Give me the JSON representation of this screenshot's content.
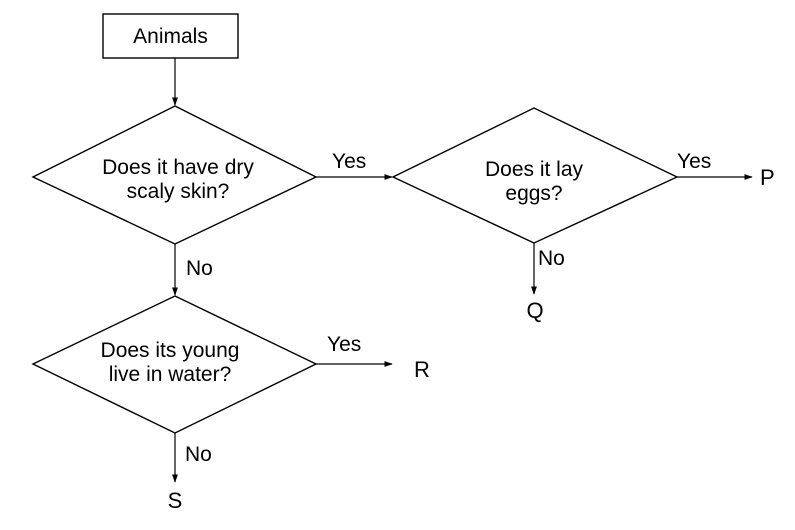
{
  "diagram": {
    "type": "flowchart",
    "root": {
      "label": "Animals"
    },
    "decisions": [
      {
        "id": "d1",
        "line1": "Does it have dry",
        "line2": "scaly skin?"
      },
      {
        "id": "d2",
        "line1": "Does it lay",
        "line2": "eggs?"
      },
      {
        "id": "d3",
        "line1": "Does its young",
        "line2": "live in water?"
      }
    ],
    "edge_labels": {
      "d1_yes": "Yes",
      "d1_no": "No",
      "d2_yes": "Yes",
      "d2_no": "No",
      "d3_yes": "Yes",
      "d3_no": "No"
    },
    "outcomes": {
      "P": "P",
      "Q": "Q",
      "R": "R",
      "S": "S"
    },
    "colors": {
      "stroke": "#000000",
      "background": "#ffffff"
    }
  }
}
